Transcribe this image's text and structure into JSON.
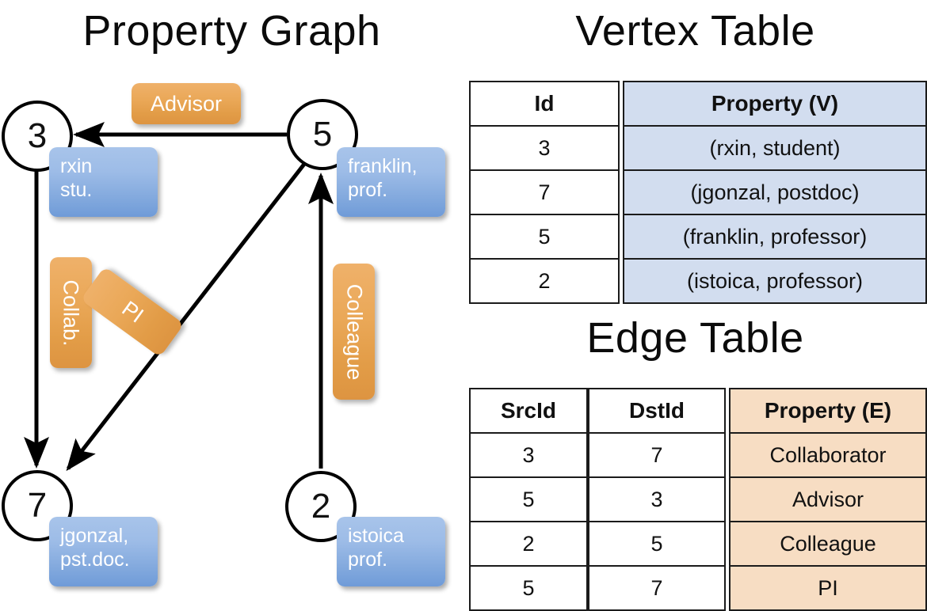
{
  "titles": {
    "property_graph": "Property Graph",
    "vertex_table": "Vertex Table",
    "edge_table": "Edge Table"
  },
  "graph": {
    "nodes": [
      {
        "id": "3",
        "property_label": "rxin\nstu."
      },
      {
        "id": "5",
        "property_label": "franklin,\nprof."
      },
      {
        "id": "7",
        "property_label": "jgonzal,\npst.doc."
      },
      {
        "id": "2",
        "property_label": "istoica\nprof."
      }
    ],
    "node_labels": {
      "n3": "3",
      "n5": "5",
      "n7": "7",
      "n2": "2"
    },
    "vertex_props": {
      "rxin_line1": "rxin",
      "rxin_line2": "stu.",
      "franklin_line1": "franklin,",
      "franklin_line2": "prof.",
      "jgonzal_line1": "jgonzal,",
      "jgonzal_line2": "pst.doc.",
      "istoica_line1": "istoica",
      "istoica_line2": "prof."
    },
    "edge_labels": {
      "advisor": "Advisor",
      "collab": "Collab.",
      "pi": "PI",
      "colleague": "Colleague"
    },
    "colors": {
      "vertex_box": "#9dbce7",
      "edge_box": "#eaa858",
      "node_stroke": "#000000",
      "arrow": "#000000"
    }
  },
  "vertex_table": {
    "headers": {
      "id": "Id",
      "property": "Property (V)"
    },
    "rows": [
      {
        "id": "3",
        "property": "(rxin, student)"
      },
      {
        "id": "7",
        "property": "(jgonzal, postdoc)"
      },
      {
        "id": "5",
        "property": "(franklin, professor)"
      },
      {
        "id": "2",
        "property": "(istoica, professor)"
      }
    ],
    "fill_color": "#d2ddef"
  },
  "edge_table": {
    "headers": {
      "src": "SrcId",
      "dst": "DstId",
      "property": "Property (E)"
    },
    "rows": [
      {
        "src": "3",
        "dst": "7",
        "property": "Collaborator"
      },
      {
        "src": "5",
        "dst": "3",
        "property": "Advisor"
      },
      {
        "src": "2",
        "dst": "5",
        "property": "Colleague"
      },
      {
        "src": "5",
        "dst": "7",
        "property": "PI"
      }
    ],
    "fill_color": "#f7ddc3"
  }
}
